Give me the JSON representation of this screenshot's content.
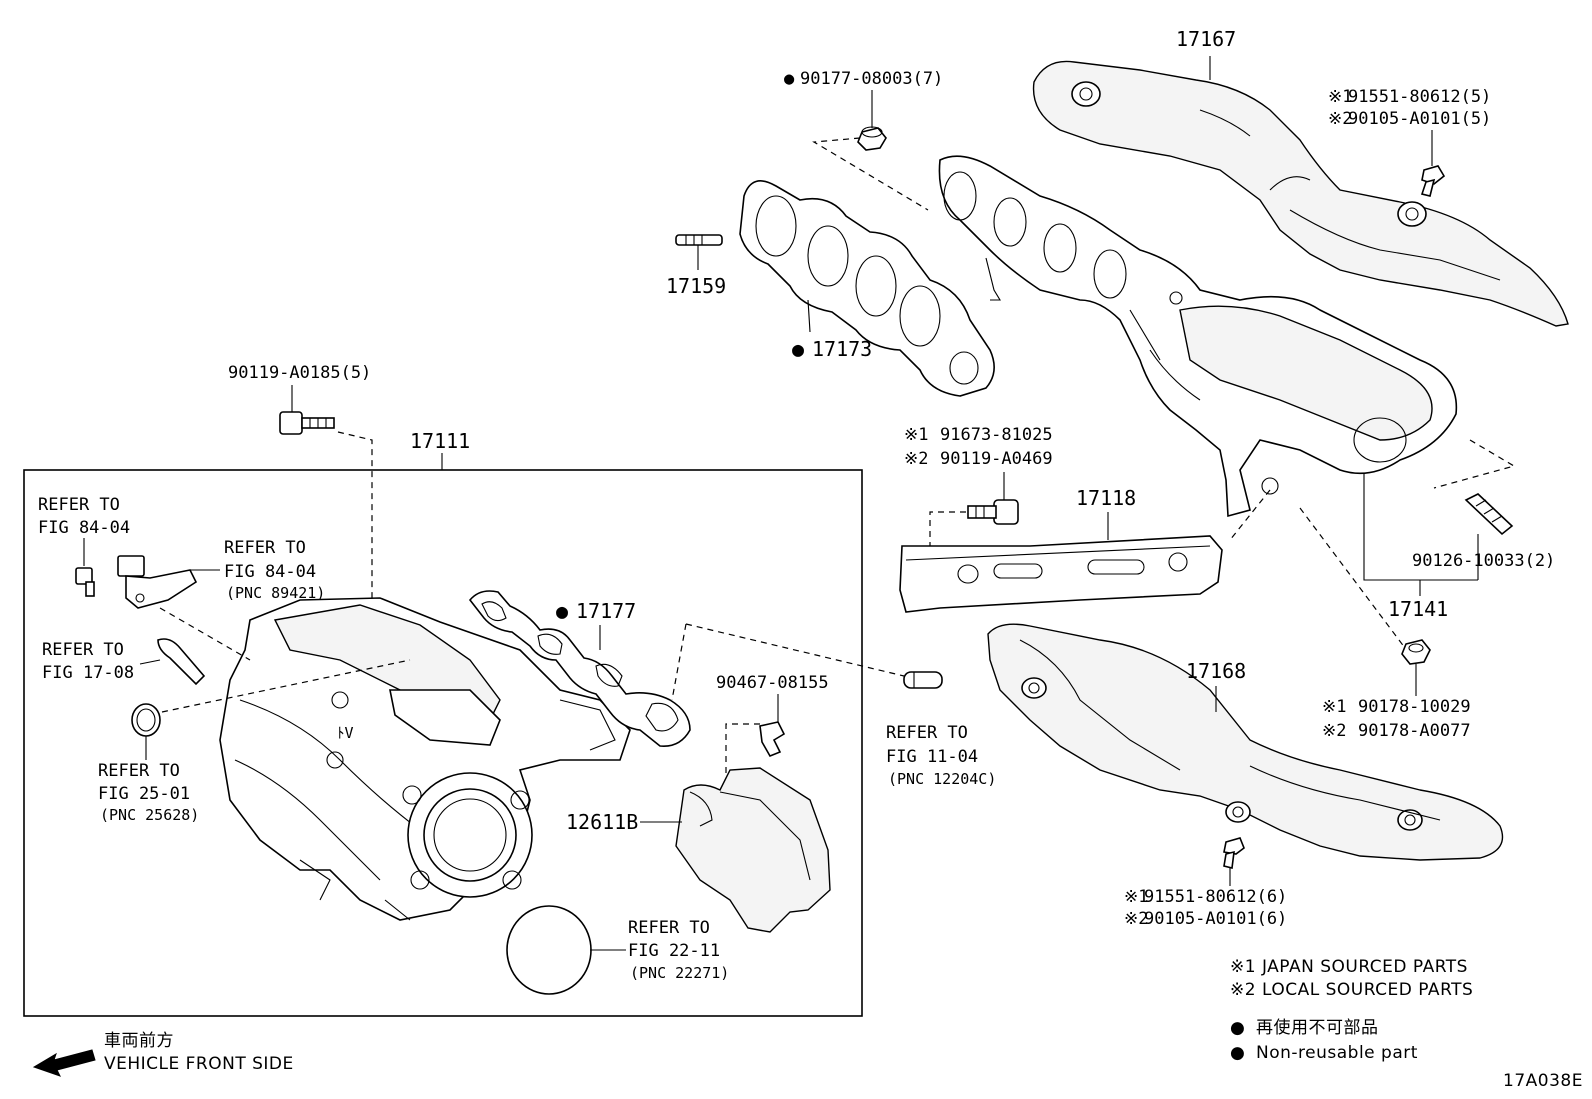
{
  "parts": {
    "p17167": "17167",
    "p17159": "17159",
    "p17173": "17173",
    "p17111": "17111",
    "p17177": "17177",
    "p17118": "17118",
    "p17141": "17141",
    "p17168": "17168",
    "p12611B": "12611B",
    "nut_90177": "90177-08003(7)",
    "bolt_91551_top": "91551-80612(5)",
    "bolt_90105_top": "90105-A0101(5)",
    "bolt_90119_a0185": "90119-A0185(5)",
    "bolt_91673": "91673-81025",
    "bolt_90119_a0469": "90119-A0469",
    "stud_90126": "90126-10033(2)",
    "nut_90178_10029": "90178-10029",
    "nut_90178_a0077": "90178-A0077",
    "clip_90467": "90467-08155",
    "bolt_91551_bottom": "91551-80612(6)",
    "bolt_90105_bottom": "90105-A0101(6)"
  },
  "refs": {
    "ref_84_04_a": [
      "REFER TO",
      "FIG 84-04"
    ],
    "ref_84_04_b": [
      "REFER TO",
      "FIG 84-04",
      "(PNC 89421)"
    ],
    "ref_17_08": [
      "REFER TO",
      "FIG 17-08"
    ],
    "ref_25_01": [
      "REFER TO",
      "FIG 25-01",
      "(PNC 25628)"
    ],
    "ref_11_04": [
      "REFER TO",
      "FIG 11-04",
      "(PNC 12204C)"
    ],
    "ref_22_11": [
      "REFER TO",
      "FIG 22-11",
      "(PNC 22271)"
    ]
  },
  "marks": {
    "bullet": "●",
    "note1": "※1",
    "note2": "※2"
  },
  "legend": {
    "japan": "※1 JAPAN SOURCED PARTS",
    "local": "※2 LOCAL SOURCED PARTS",
    "nonreuse_jp": "再使用不可部品",
    "nonreuse_en": "Non-reusable part"
  },
  "direction": {
    "jp": "車両前方",
    "en": "VEHICLE FRONT SIDE"
  },
  "figure_code": "17A038E"
}
